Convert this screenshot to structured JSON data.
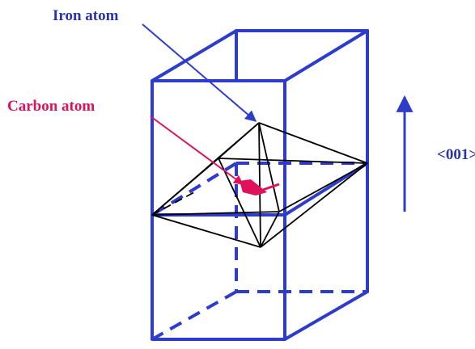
{
  "labels": {
    "iron_atom": "Iron atom",
    "carbon_atom": "Carbon atom",
    "direction": "<001>"
  },
  "colors": {
    "cell": "#2e3ccc",
    "octahedron": "#000000",
    "iron_label": "#2a34a8",
    "carbon_label": "#e01060",
    "carbon_atom": "#e0105a",
    "axis_arrow": "#2e3ccc"
  }
}
